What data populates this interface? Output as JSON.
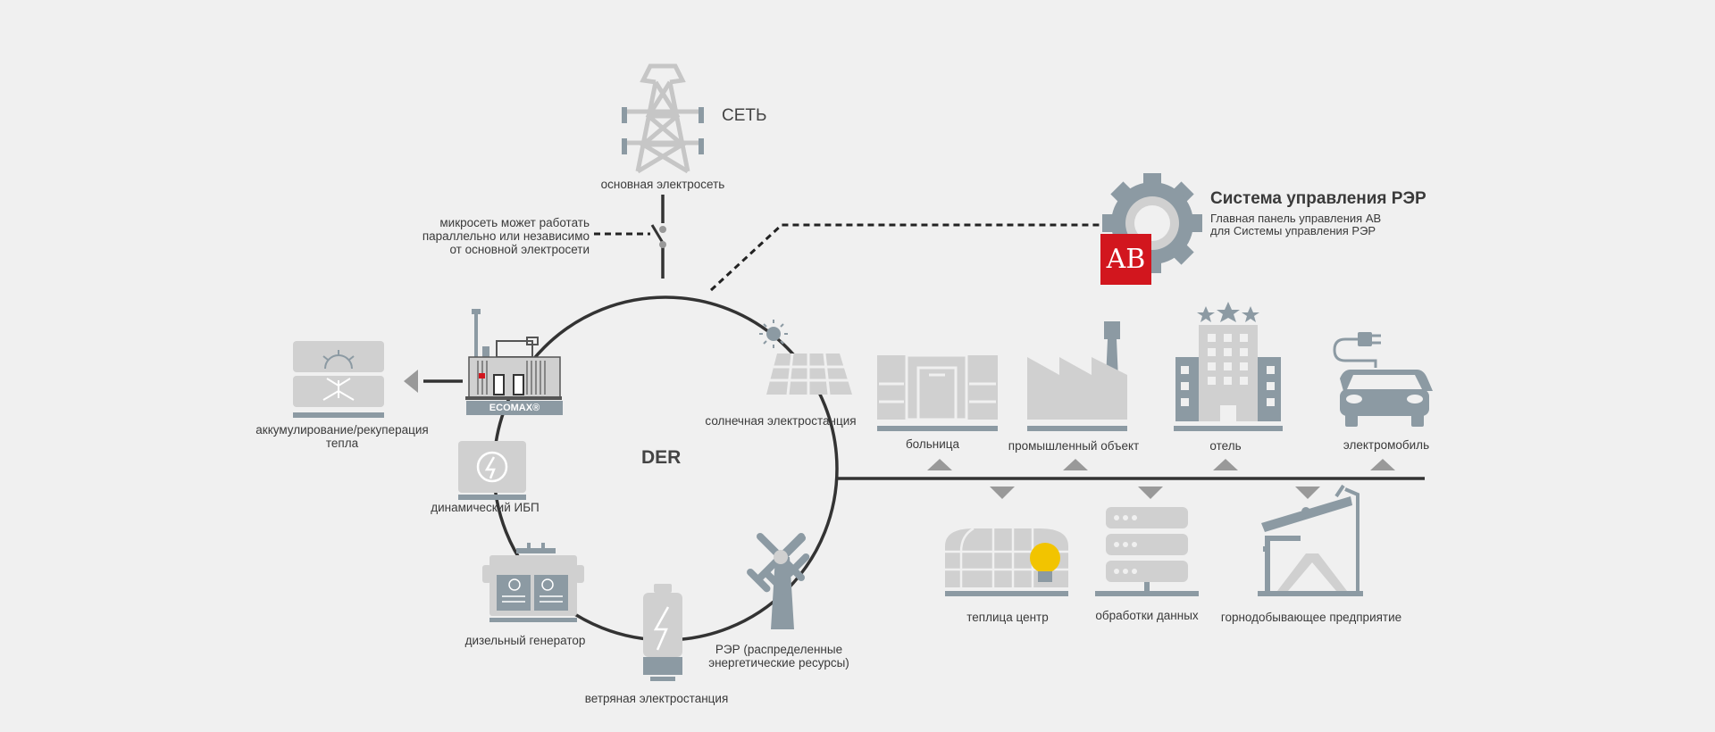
{
  "grid": {
    "label": "СЕТЬ",
    "caption": "основная электросеть"
  },
  "microgrid_note": {
    "line1": "микросеть может работать",
    "line2": "параллельно или независимо",
    "line3": "от основной электросети"
  },
  "der_label": "DER",
  "control_system": {
    "title": "Система управления РЭР",
    "line1": "Главная панель управления АВ",
    "line2": "для Системы управления РЭР",
    "logo_text": "AB"
  },
  "generator": {
    "brand": "ECOMAX®"
  },
  "heat_storage": {
    "line1": "аккумулирование/рекуперация",
    "line2": "тепла"
  },
  "ups": {
    "label": "динамический ИБП"
  },
  "diesel": {
    "label": "дизельный генератор"
  },
  "battery": {
    "label": "ветряная электростанция"
  },
  "wind": {
    "line1": "РЭР (распределенные",
    "line2": "энергетические ресурсы)"
  },
  "solar": {
    "label": "солнечная электростанция"
  },
  "consumers_top": [
    {
      "label": "больница"
    },
    {
      "label": "промышленный объект"
    },
    {
      "label": "отель"
    },
    {
      "label": "электромобиль"
    }
  ],
  "consumers_bottom": [
    {
      "label": "теплица центр"
    },
    {
      "label": "обработки данных"
    },
    {
      "label": "горнодобывающее предприятие"
    }
  ],
  "colors": {
    "background": "#f0f0f0",
    "icon_light": "#d0d0d0",
    "icon_dark": "#8c9aa3",
    "line": "#333333",
    "accent_red": "#d2161e",
    "bulb_yellow": "#f2c400"
  }
}
